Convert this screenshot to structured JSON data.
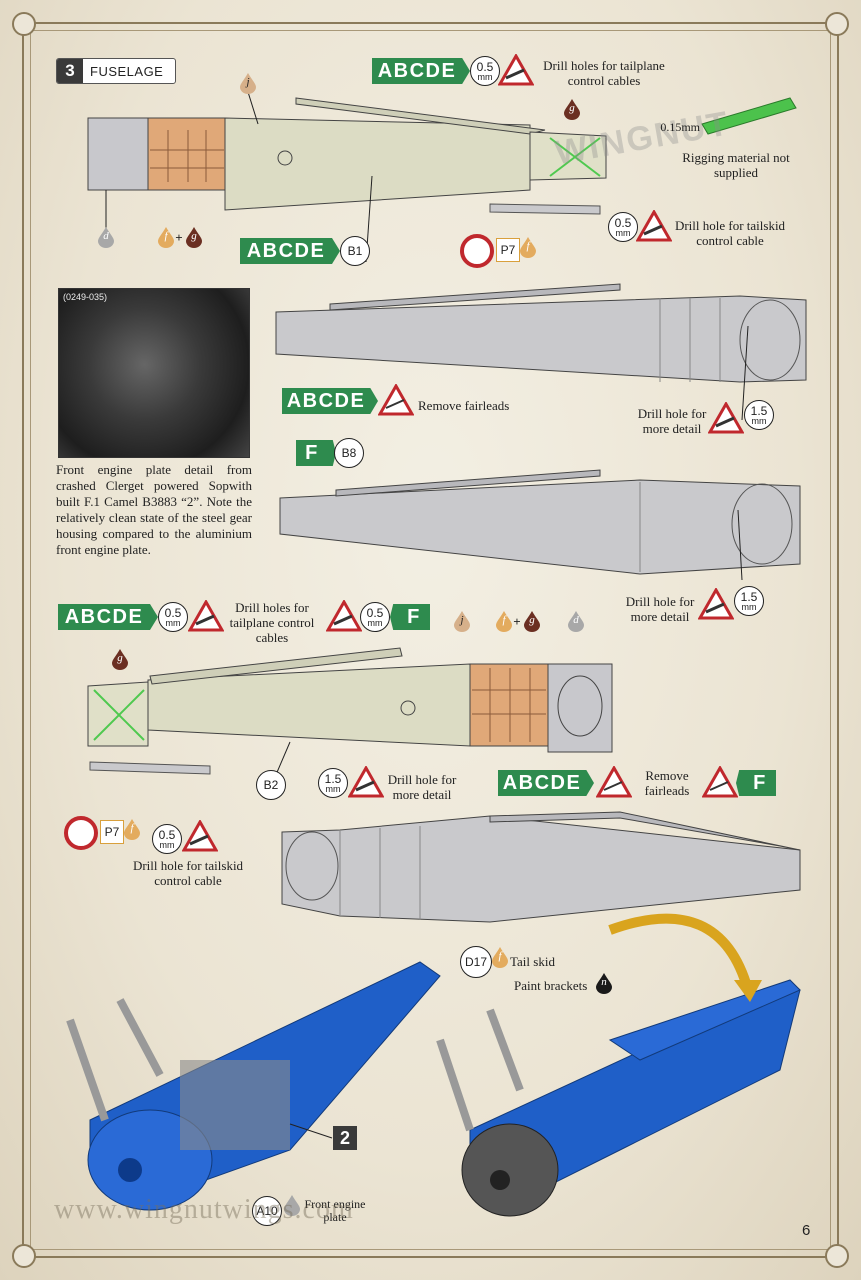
{
  "section": {
    "number": "3",
    "title": "FUSELAGE"
  },
  "step_number": "2",
  "page_number": "6",
  "footer_url": "www.wingnutwings.com",
  "photo": {
    "id": "(0249-035)",
    "caption": "Front engine plate detail from crashed Clerget powered Sopwith built F.1 Camel B3883 “2”. Note the relatively clean state of the steel gear housing compared to the aluminium front engine plate."
  },
  "versions": {
    "abcde": "ABCDE",
    "f": "F"
  },
  "parts": {
    "b1": "B1",
    "b2": "B2",
    "b8": "B8",
    "d17": "D17",
    "a10": "A10",
    "p7": "P7"
  },
  "drill": {
    "d05": "0.5",
    "d15": "1.5",
    "unit": "mm"
  },
  "paint": {
    "d": "d",
    "f": "f",
    "g": "g",
    "j": "j",
    "n": "n",
    "plus": "+"
  },
  "labels": {
    "drill_tailplane": "Drill holes for tailplane control cables",
    "drill_tailskid": "Drill hole for tailskid control cable",
    "remove_fairleads": "Remove fairleads",
    "drill_detail": "Drill hole for more detail",
    "rigging_size": "0.15mm",
    "rigging_note": "Rigging material not supplied",
    "tail_skid": "Tail skid",
    "paint_brackets": "Paint brackets",
    "front_engine_plate": "Front engine plate"
  },
  "colors": {
    "green_tag": "#2e8b4e",
    "fuselage_blue": "#1f5fc8",
    "fuselage_beige": "#dcdcc4",
    "fuselage_grey": "#c9c9cc",
    "wood": "#e0a878",
    "warning_red": "#c0282d",
    "paint_f": "#e3ab5e",
    "paint_g": "#6b2f22",
    "paint_d": "#a8a8a8",
    "paint_j": "#d6b08a",
    "paint_n": "#1a1a1a"
  }
}
